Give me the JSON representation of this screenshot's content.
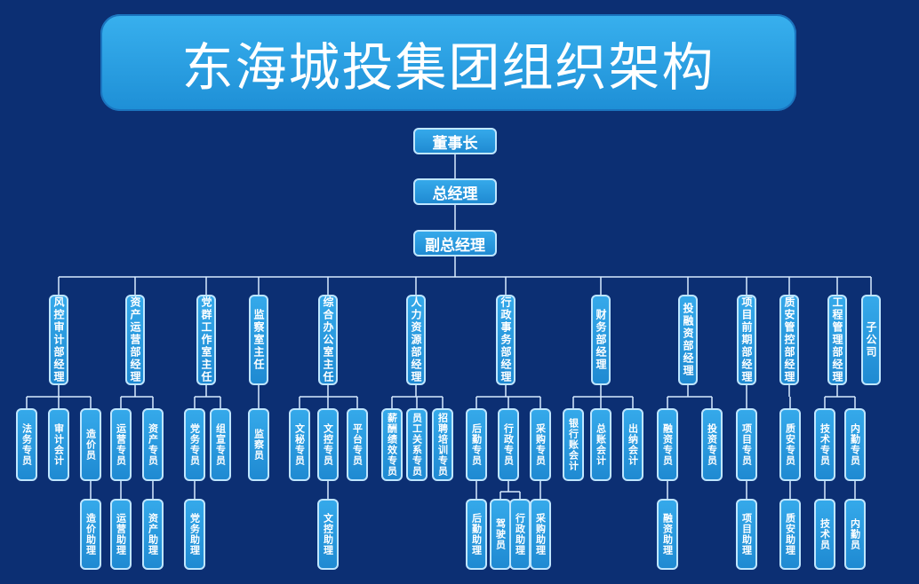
{
  "title": "东海城投集团组织架构",
  "colors": {
    "background": "#0c2f73",
    "box": "#2b9de0",
    "box_border": "#bfe6ff",
    "line": "#d8ecff"
  },
  "chain": [
    "董事长",
    "总经理",
    "副总经理"
  ],
  "departments": [
    {
      "label": "风控审计部经理",
      "staff": [
        {
          "label": "法务专员"
        },
        {
          "label": "审计会计"
        },
        {
          "label": "造价员",
          "sub": [
            "造价助理"
          ]
        }
      ]
    },
    {
      "label": "资产运营部经理",
      "staff": [
        {
          "label": "运营专员",
          "sub": [
            "运营助理"
          ]
        },
        {
          "label": "资产专员",
          "sub": [
            "资产助理"
          ]
        }
      ]
    },
    {
      "label": "党群工作室主任",
      "staff": [
        {
          "label": "党务专员",
          "sub": [
            "党务助理"
          ]
        },
        {
          "label": "组宣专员"
        }
      ]
    },
    {
      "label": "监察室主任",
      "staff": [
        {
          "label": "监察员"
        }
      ]
    },
    {
      "label": "综合办公室主任",
      "staff": [
        {
          "label": "文秘专员"
        },
        {
          "label": "文控专员",
          "sub": [
            "文控助理"
          ]
        },
        {
          "label": "平台专员"
        }
      ]
    },
    {
      "label": "人力资源部经理",
      "staff": [
        {
          "label": "薪酬绩效专员"
        },
        {
          "label": "员工关系专员"
        },
        {
          "label": "招聘培训专员"
        }
      ]
    },
    {
      "label": "行政事务部经理",
      "staff": [
        {
          "label": "后勤专员",
          "sub": [
            "后勤助理"
          ]
        },
        {
          "label": "行政专员",
          "sub": [
            "驾驶员",
            "行政助理"
          ]
        },
        {
          "label": "采购专员",
          "sub": [
            "采购助理"
          ]
        }
      ]
    },
    {
      "label": "财务部经理",
      "staff": [
        {
          "label": "银行账会计"
        },
        {
          "label": "总账会计"
        },
        {
          "label": "出纳会计"
        }
      ]
    },
    {
      "label": "投融资部经理",
      "staff": [
        {
          "label": "融资专员",
          "sub": [
            "融资助理"
          ]
        },
        {
          "label": "投资专员"
        }
      ]
    },
    {
      "label": "项目前期部经理",
      "staff": [
        {
          "label": "项目专员",
          "sub": [
            "项目助理"
          ]
        }
      ]
    },
    {
      "label": "质安管控部经理",
      "staff": [
        {
          "label": "质安专员",
          "sub": [
            "质安助理"
          ]
        }
      ]
    },
    {
      "label": "工程管理部经理",
      "staff": [
        {
          "label": "技术专员",
          "sub": [
            "技术员"
          ]
        },
        {
          "label": "内勤专员",
          "sub": [
            "内勤员"
          ]
        }
      ]
    },
    {
      "label": "子公司",
      "staff": []
    }
  ]
}
